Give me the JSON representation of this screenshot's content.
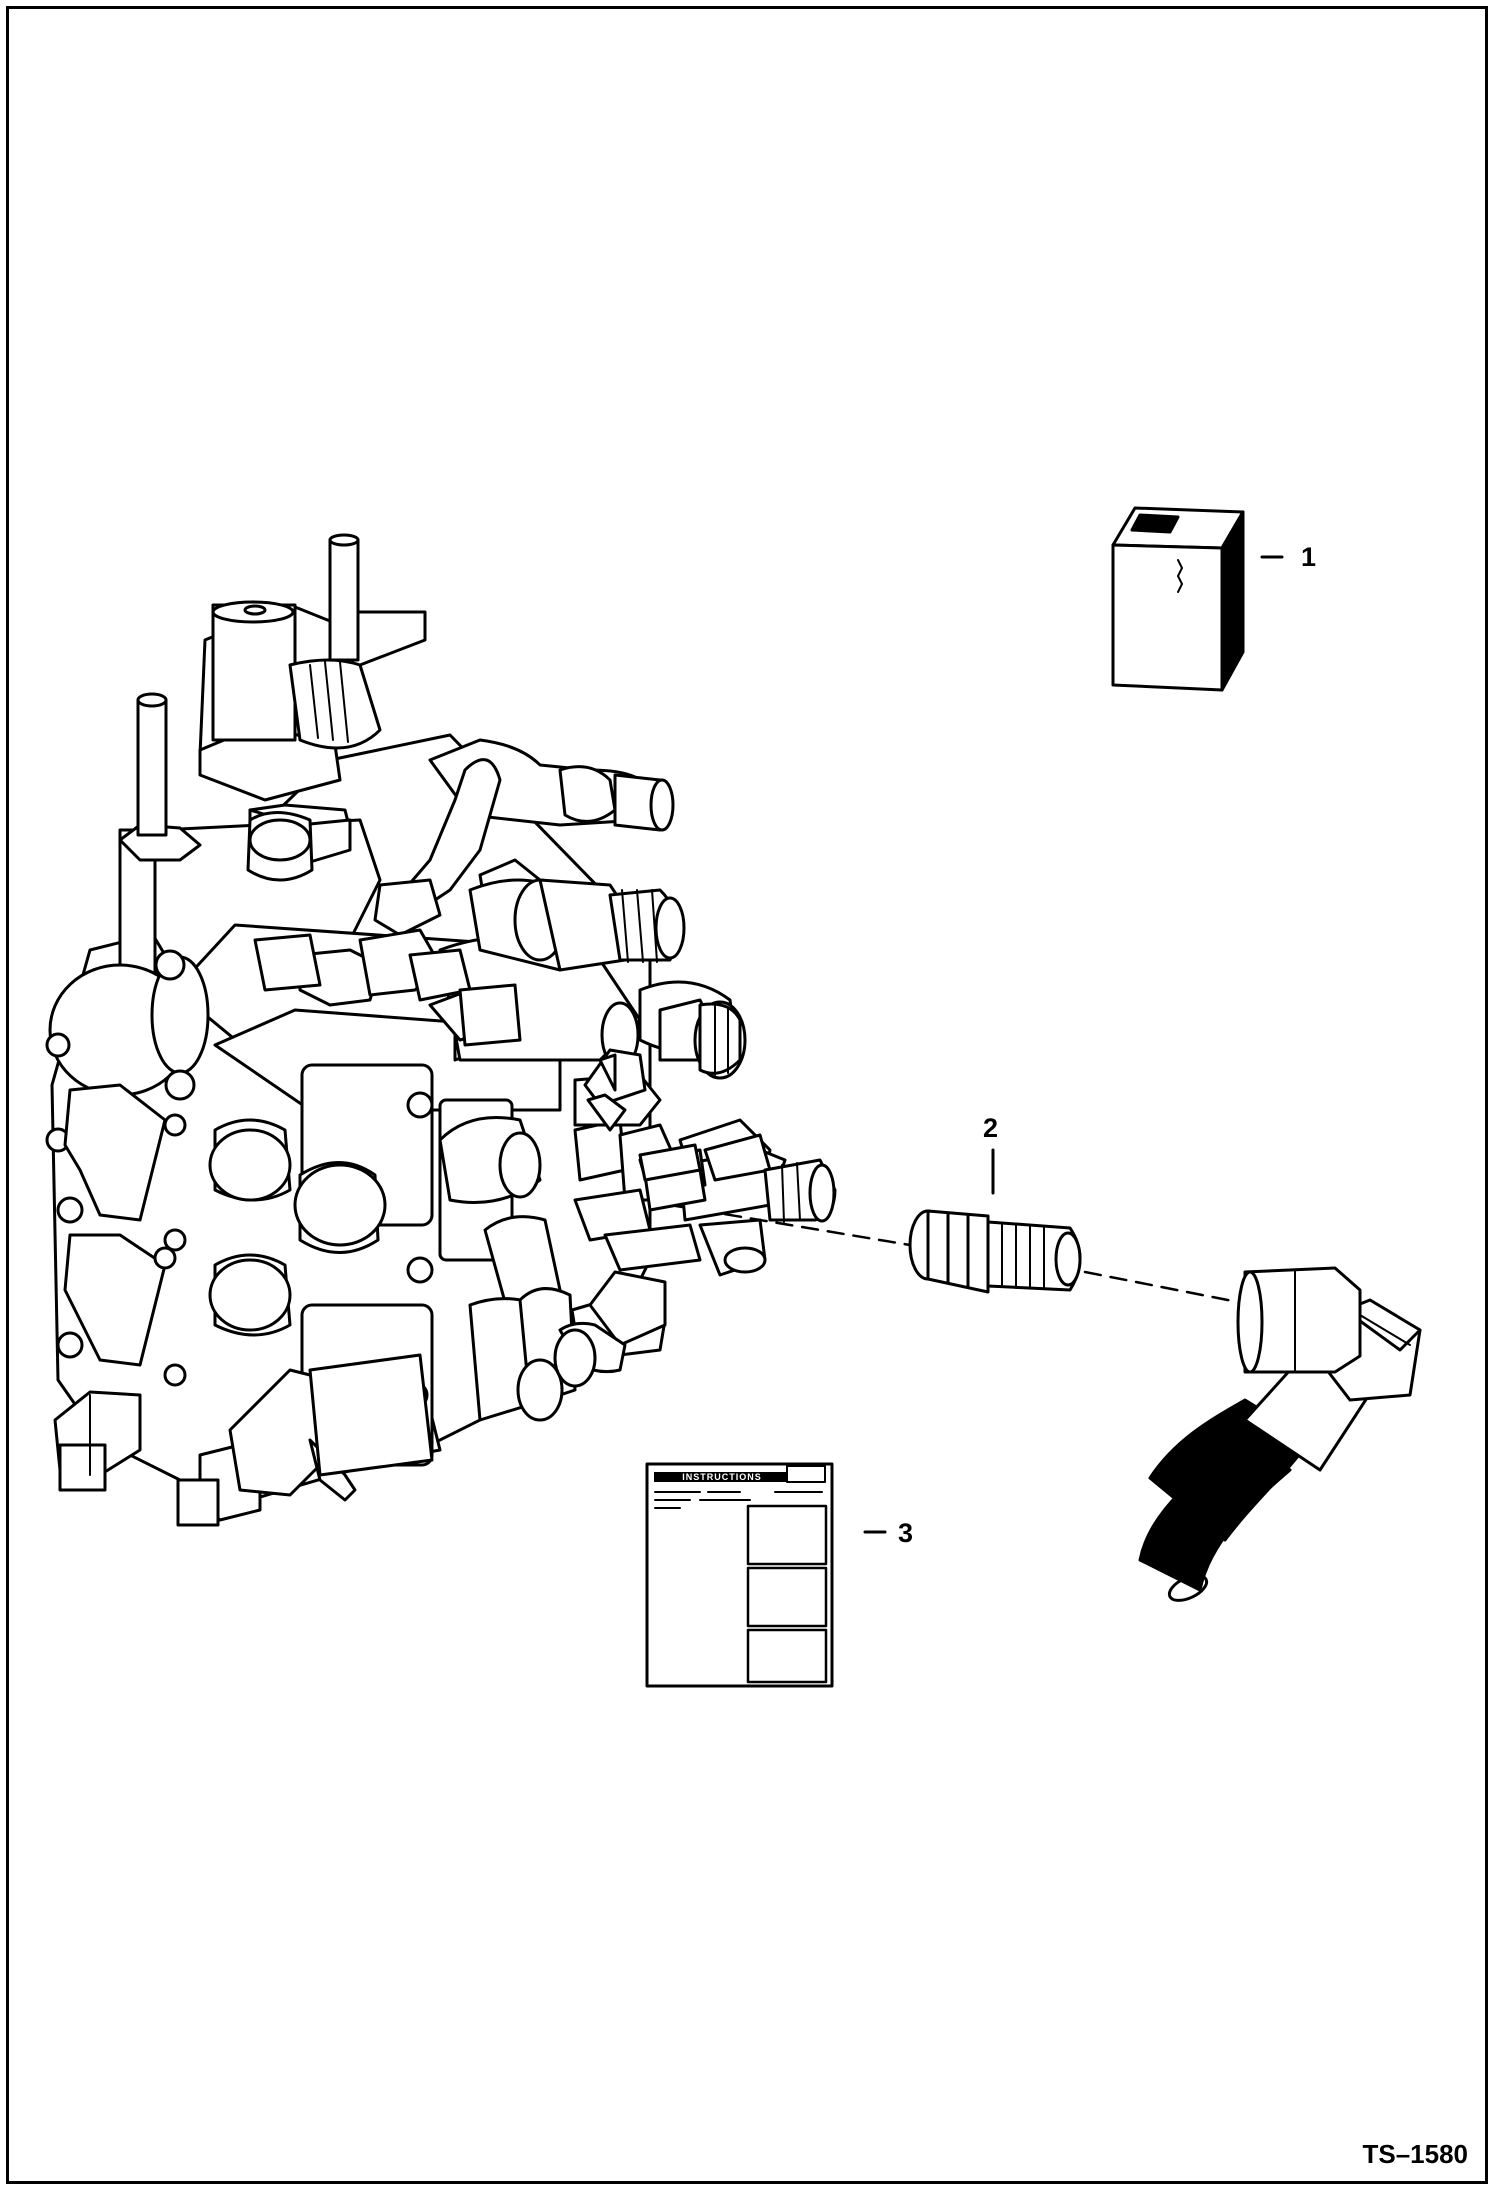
{
  "callouts": {
    "item1": "1",
    "item2": "2",
    "item3": "3"
  },
  "instruction_sheet": {
    "heading": "INSTRUCTIONS"
  },
  "figure_id": "TS–1580"
}
